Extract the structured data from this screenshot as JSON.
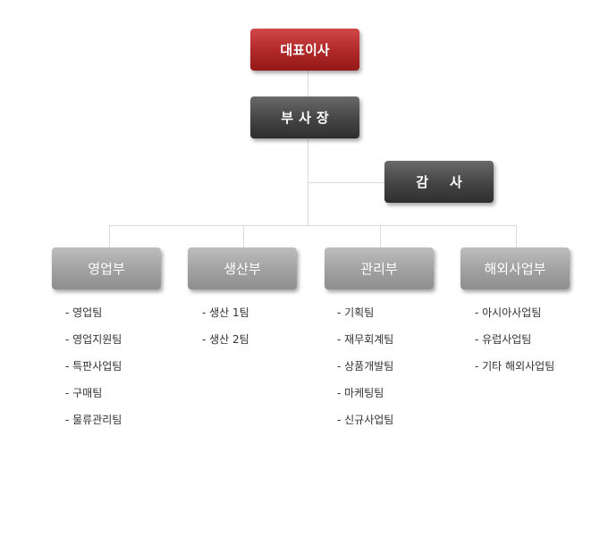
{
  "ceo": "대표이사",
  "vice_president": "부사장",
  "auditor": "감사",
  "departments": [
    {
      "name": "영업부",
      "teams": [
        "- 영업팀",
        "- 영업지원팀",
        "- 특판사업팀",
        "- 구매팀",
        "- 물류관리팀"
      ]
    },
    {
      "name": "생산부",
      "teams": [
        "- 생산 1팀",
        "- 생산 2팀"
      ]
    },
    {
      "name": "관리부",
      "teams": [
        "- 기획팀",
        "- 재무회계팀",
        "- 상품개발팀",
        "- 마케팅팀",
        "- 신규사업팀"
      ]
    },
    {
      "name": "해외사업부",
      "teams": [
        "- 아시아사업팀",
        "- 유럽사업팀",
        "- 기타 해외사업팀"
      ]
    }
  ]
}
